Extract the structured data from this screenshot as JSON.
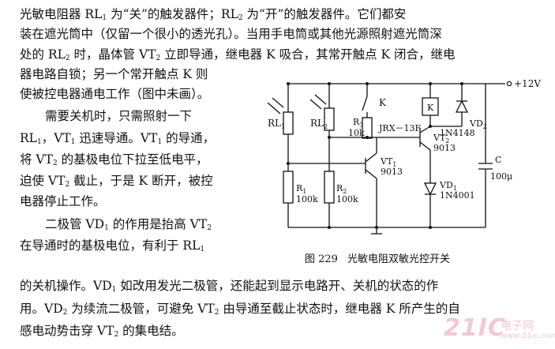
{
  "body_lines": [
    "光敏电阻器 RL<sub>1</sub> 为“关”的触发器件；RL<sub>2</sub> 为“开”的触发器件。它们都安",
    "装在遮光筒中（仅留一个很小的透光孔）。当用手电筒或其他光源照射遮光筒深",
    "处的 RL<sub>2</sub> 时，晶体管 VT<sub>2</sub> 立即导通，继电器 K 吸合，其常开触点 K 闭合，继电",
    "器电路自锁；另一个常开触点 K 则",
    "使被控电器通电工作（图中未画）。",
    "需要关机时，只需照射一下",
    "RL<sub>1</sub>，VT<sub>1</sub> 迅速导通。VT<sub>1</sub> 的导通，",
    "将 VT<sub>2</sub> 的基极电位下拉至低电平，",
    "迫使 VT<sub>2</sub> 截止，于是 K 断开，被控",
    "电器停止工作。",
    "二极管 VD<sub>1</sub> 的作用是抬高 VT<sub>2</sub>",
    "在导通时的基极电位，有利于 RL<sub>1</sub>",
    "的关机操作。VD<sub>1</sub> 如改用发光二极管，还能起到显示电路开、关机的状态的作",
    "用。VD<sub>2</sub> 为续流二极管，可避免 VT<sub>2</sub> 由导通至截止状态时，继电器 K 所产生的自",
    "感电动势击穿 VT<sub>2</sub> 的集电结。"
  ],
  "figure": {
    "number": "图 229",
    "caption": "光敏电阻双敏光控开关",
    "labels": {
      "supply": "+12V",
      "rl1": "RL",
      "rl1_sub": "1",
      "rl2": "RL",
      "rl2_sub": "2",
      "k_switch": "K",
      "k_relay": "K",
      "r3": "R",
      "r3_sub": "3",
      "r3_val": "10k",
      "relay_model": "JRX－13F",
      "vd2": "VD",
      "vd2_sub": "2",
      "vd2_model": "1N4148",
      "vt2": "VT",
      "vt2_sub": "2",
      "vt2_model": "9013",
      "vt1": "VT",
      "vt1_sub": "1",
      "vt1_model": "9013",
      "vd1": "VD",
      "vd1_sub": "1",
      "vd1_model": "1N4001",
      "c": "C",
      "c_val": "100μ",
      "r1": "R",
      "r1_sub": "1",
      "r1_val": "100k",
      "r2": "R",
      "r2_sub": "2",
      "r2_val": "100k"
    }
  },
  "watermark": {
    "logo": "21IC",
    "cn": "电子网",
    "url": "www.21ic.com"
  }
}
